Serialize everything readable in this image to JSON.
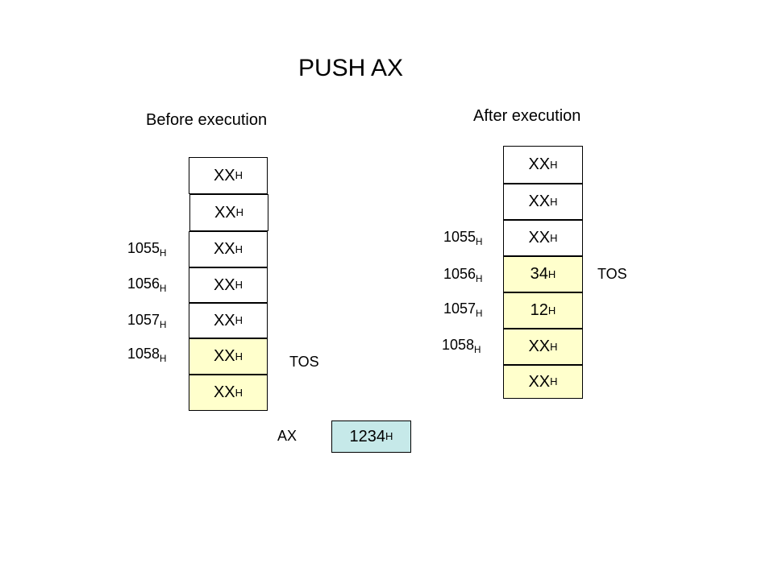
{
  "title": "PUSH AX",
  "before": {
    "heading": "Before execution",
    "cells": [
      {
        "value": "XX",
        "sub": "H",
        "filled": false
      },
      {
        "value": "XX",
        "sub": "H",
        "filled": false
      },
      {
        "value": "XX",
        "sub": "H",
        "filled": false
      },
      {
        "value": "XX",
        "sub": "H",
        "filled": false
      },
      {
        "value": "XX",
        "sub": "H",
        "filled": false
      },
      {
        "value": "XX",
        "sub": "H",
        "filled": true
      },
      {
        "value": "XX",
        "sub": "H",
        "filled": true
      }
    ],
    "addresses": [
      {
        "value": "1055",
        "sub": "H"
      },
      {
        "value": "1056",
        "sub": "H"
      },
      {
        "value": "1057",
        "sub": "H"
      },
      {
        "value": "1058",
        "sub": "H"
      }
    ],
    "tos_label": "TOS"
  },
  "register": {
    "name": "AX",
    "value": "1234",
    "sub": "H"
  },
  "after": {
    "heading": "After execution",
    "cells": [
      {
        "value": "XX",
        "sub": "H",
        "filled": false
      },
      {
        "value": "XX",
        "sub": "H",
        "filled": false
      },
      {
        "value": "XX",
        "sub": "H",
        "filled": false
      },
      {
        "value": "34",
        "sub": "H",
        "filled": true
      },
      {
        "value": "12",
        "sub": "H",
        "filled": true
      },
      {
        "value": "XX",
        "sub": "H",
        "filled": true
      },
      {
        "value": "XX",
        "sub": "H",
        "filled": true
      }
    ],
    "addresses": [
      {
        "value": "1055",
        "sub": "H"
      },
      {
        "value": "1056",
        "sub": "H"
      },
      {
        "value": "1057",
        "sub": "H"
      },
      {
        "value": "1058",
        "sub": "H"
      }
    ],
    "tos_label": "TOS"
  },
  "colors": {
    "stack_filled": "#ffffcc",
    "register": "#c6e9e9",
    "border": "#000000"
  }
}
